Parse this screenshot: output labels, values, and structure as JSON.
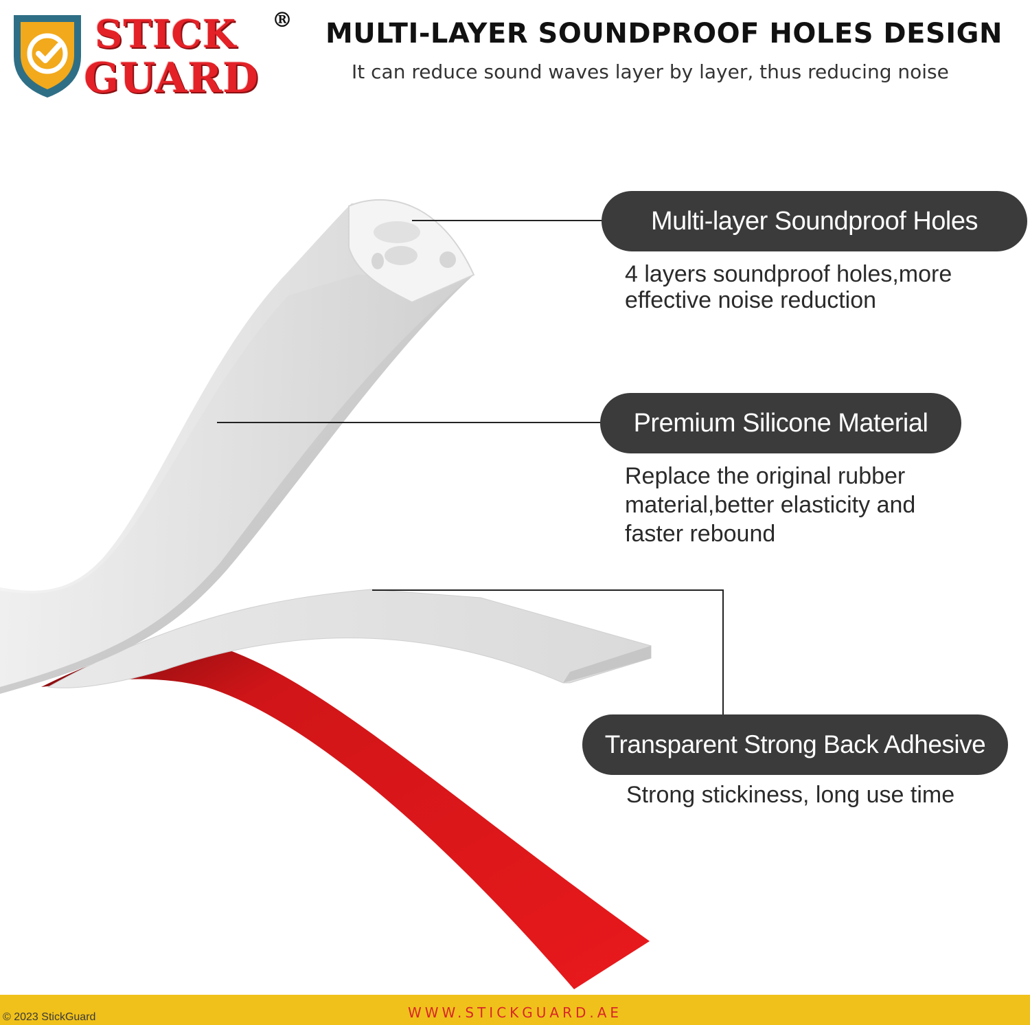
{
  "brand": {
    "name_line1": "STICK",
    "name_line2": "GUARD",
    "registered_mark": "®",
    "shield_icon": "shield-check-icon",
    "colors": {
      "red": "#e32127",
      "shield_blue": "#2f6f86",
      "shield_gold": "#f2a91b"
    }
  },
  "header": {
    "title": "MULTI-LAYER  SOUNDPROOF HOLES DESIGN",
    "subtitle": "It can reduce sound waves layer by layer, thus reducing noise"
  },
  "callouts": [
    {
      "label": "Multi-layer Soundproof Holes",
      "description": [
        "4 layers soundproof holes,more",
        "effective noise reduction"
      ]
    },
    {
      "label": "Premium Silicone  Material",
      "description": [
        "Replace the original rubber",
        "material,better elasticity and",
        "faster rebound"
      ]
    },
    {
      "label": "Transparent Strong Back Adhesive",
      "description": [
        "Strong stickiness, long use time"
      ]
    }
  ],
  "footer": {
    "copyright": "© 2023 StickGuard",
    "website": "WWW.STICKGUARD.AE",
    "background": "#f0c11a"
  }
}
